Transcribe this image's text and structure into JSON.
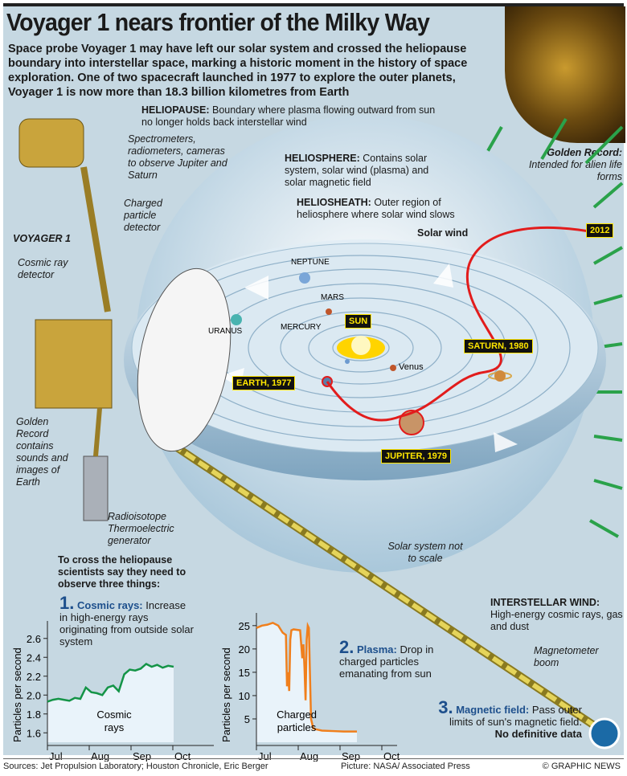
{
  "title": "Voyager 1 nears frontier of the Milky Way",
  "intro": "Space probe Voyager 1 may have left our solar system and crossed the heliopause boundary into interstellar space, marking a historic moment in the history of space exploration. One of two spacecraft launched in 1977 to explore the outer planets, Voyager 1 is now more than 18.3 billion kilometres from Earth",
  "labels": {
    "heliopause_head": "HELIOPAUSE:",
    "heliopause_text": "Boundary where plasma flowing outward from sun no longer holds back interstellar wind",
    "heliosphere_head": "HELIOSPHERE:",
    "heliosphere_text": "Contains solar system, solar wind (plasma) and solar magnetic field",
    "heliosheath_head": "HELIOSHEATH:",
    "heliosheath_text": "Outer region of heliosphere where solar wind slows",
    "solar_wind": "Solar wind",
    "golden_record_head": "Golden Record:",
    "golden_record_text": "Intended for alien life forms",
    "spectrometers": "Spectrometers, radiometers, cameras to observe Jupiter and Saturn",
    "charged_detector": "Charged particle detector",
    "voyager": "VOYAGER 1",
    "cosmic_detector": "Cosmic ray detector",
    "golden_record_side": "Golden Record contains sounds and images of Earth",
    "rtg": "Radioisotope Thermoelectric generator",
    "not_to_scale": "Solar system not to scale",
    "interstellar_head": "INTERSTELLAR WIND:",
    "interstellar_text": "High-energy cosmic rays, gas and dust",
    "magnetometer": "Magnetometer boom",
    "three_things": "To cross the heliopause scientists say they need to observe three things:"
  },
  "planets": {
    "neptune": "NEPTUNE",
    "mars": "MARS",
    "uranus": "URANUS",
    "mercury": "MERCURY",
    "venus": "Venus",
    "sun": "SUN",
    "earth": "EARTH, 1977",
    "jupiter": "JUPITER, 1979",
    "saturn": "SATURN, 1980",
    "year2012": "2012"
  },
  "points": [
    {
      "num": "1.",
      "head": "Cosmic rays:",
      "text": "Increase in high-energy rays originating from outside solar system"
    },
    {
      "num": "2.",
      "head": "Plasma:",
      "text": "Drop in charged particles emanating from sun"
    },
    {
      "num": "3.",
      "head": "Magnetic field:",
      "text": "Pass outer limits of sun's magnetic field.",
      "bold": "No definitive data"
    }
  ],
  "chart_data": [
    {
      "type": "line",
      "title": "Cosmic rays",
      "ylabel": "Particles per second",
      "ylim": [
        1.5,
        2.7
      ],
      "yticks": [
        "1.6",
        "1.8",
        "2.0",
        "2.2",
        "2.4",
        "2.6"
      ],
      "xticks": [
        "Jul",
        "Aug",
        "Sep",
        "Oct"
      ],
      "x": [
        0,
        4,
        8,
        12,
        16,
        20,
        24,
        28,
        32,
        36,
        40,
        44,
        48,
        52,
        56,
        60,
        64,
        68,
        72,
        76,
        80,
        84,
        88,
        92
      ],
      "values": [
        1.93,
        1.95,
        1.96,
        1.95,
        1.94,
        1.97,
        1.96,
        2.08,
        2.03,
        2.02,
        2.0,
        2.08,
        2.1,
        2.04,
        2.22,
        2.27,
        2.26,
        2.28,
        2.33,
        2.3,
        2.32,
        2.29,
        2.31,
        2.3
      ],
      "color": "#149447"
    },
    {
      "type": "line",
      "title": "Charged particles",
      "ylabel": "Particles per second",
      "ylim": [
        0,
        26
      ],
      "yticks": [
        "5",
        "10",
        "15",
        "20",
        "25"
      ],
      "xticks": [
        "Jul",
        "Aug",
        "Sep",
        "Oct"
      ],
      "x": [
        0,
        5,
        10,
        15,
        20,
        24,
        27,
        28,
        29,
        30,
        31,
        32,
        34,
        40,
        42,
        43,
        44,
        45,
        46,
        47,
        48,
        50,
        52,
        54,
        56,
        60,
        70,
        80,
        92
      ],
      "values": [
        24.5,
        25,
        25.2,
        25.6,
        25,
        23.5,
        23,
        12,
        15,
        11,
        22,
        24,
        24.2,
        24,
        18,
        21,
        16,
        9,
        22,
        25,
        24.5,
        5,
        3,
        2.8,
        2.7,
        2.5,
        2.4,
        2.3,
        2.3
      ],
      "color": "#f07f1c"
    }
  ],
  "footer": {
    "sources": "Sources: Jet Propulsion Laboratory; Houston Chronicle, Eric Berger",
    "picture": "Picture: NASA/ Associated Press",
    "credit": "© GRAPHIC NEWS"
  }
}
